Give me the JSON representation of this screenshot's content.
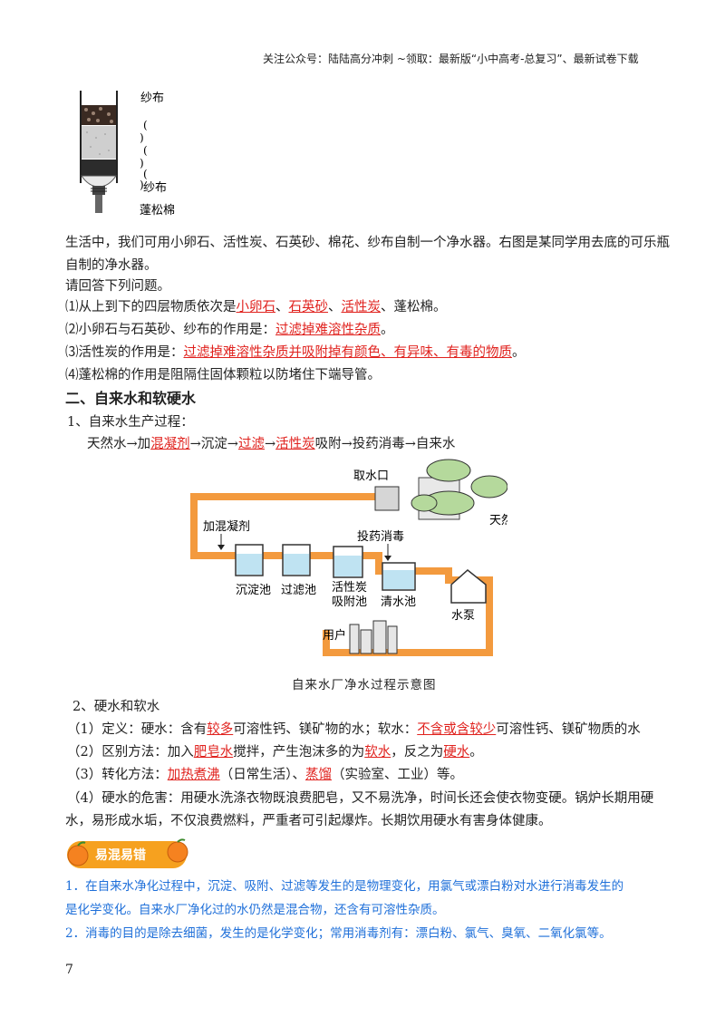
{
  "header": {
    "text": "关注公众号：陆陆高分冲刺  ~领取：最新版“小中高考-总复习”、最新试卷下载"
  },
  "filter": {
    "label_top": "纱布",
    "label_bottom": "纱布",
    "label_cotton": "蓬松棉",
    "paren_marks": [
      "(",
      ")",
      "(",
      ")",
      "(",
      ")"
    ]
  },
  "intro": {
    "line1": "生活中，我们可用小卵石、活性炭、石英砂、棉花、纱布自制一个净水器。右图是某同学用去底的可乐瓶",
    "line2": "自制的净水器。",
    "line3": "请回答下列问题。"
  },
  "q1": {
    "prefix": "⑴从上到下的四层物质依次是",
    "a1": "小卵石",
    "sep1": "、",
    "a2": "石英砂",
    "sep2": "、",
    "a3": "活性炭",
    "suffix": "、蓬松棉。"
  },
  "q2": {
    "prefix": "⑵小卵石与石英砂、纱布的作用是：",
    "a1": "过滤掉难溶性杂质",
    "suffix": "。"
  },
  "q3": {
    "prefix": "⑶活性炭的作用是：",
    "a1": "过滤掉难溶性杂质并吸附掉有颜色、有异味、有毒的物质",
    "suffix": "。"
  },
  "q4": {
    "text": "⑷蓬松棉的作用是阻隔住固体颗粒以防堵住下端导管。"
  },
  "section2": {
    "title": "二、自来水和软硬水"
  },
  "tap": {
    "heading": "1、自来水生产过程：",
    "p1": "天然水→加",
    "a1": "混凝剂",
    "p2": "→沉淀→",
    "a2": "过滤",
    "p3": "→",
    "a3": "活性炭",
    "p4": "吸附→投药消毒→自来水"
  },
  "diagram": {
    "intake": "取水口",
    "natural": "天然水",
    "coagulant": "加混凝剂",
    "disinfect": "投药消毒",
    "sediment": "沉淀池",
    "filter": "过滤池",
    "carbon1": "活性炭",
    "carbon2": "吸附池",
    "clear": "清水池",
    "pump": "水泵",
    "user": "用户",
    "caption": "自来水厂净水过程示意图",
    "pipe_color": "#f39a3e"
  },
  "hard": {
    "heading": "2、硬水和软水",
    "d1": {
      "prefix": "（1）定义：硬水：含有",
      "a1": "较多",
      "mid": "可溶性钙、镁矿物的水；软水：",
      "a2": "不含或含较少",
      "suffix": "可溶性钙、镁矿物质的水"
    },
    "d2": {
      "prefix": "（2）区别方法：加入",
      "a1": "肥皂水",
      "mid1": "搅拌，产生泡沫多的为",
      "a2": "软水",
      "mid2": "，反之为",
      "a3": "硬水",
      "suffix": "。"
    },
    "d3": {
      "prefix": "（3）转化方法：",
      "a1": "加热煮沸",
      "mid1": "（日常生活）、",
      "a2": "蒸馏",
      "suffix": "（实验室、工业）等。"
    },
    "d4_line1": "（4）硬水的危害：用硬水洗涤衣物既浪费肥皂，又不易洗净，时间长还会使衣物变硬。锅炉长期用硬",
    "d4_line2": "水，易形成水垢，不仅浪费燃料，严重者可引起爆炸。长期饮用硬水有害身体健康。"
  },
  "tip": {
    "badge": "易混易错",
    "line1": "1．在自来水净化过程中，沉淀、吸附、过滤等发生的是物理变化，用氯气或漂白粉对水进行消毒发生的",
    "line2": "是化学变化。自来水厂净化过的水仍然是混合物，还含有可溶性杂质。",
    "line3": "2．消毒的目的是除去细菌，发生的是化学变化；常用消毒剂有：漂白粉、氯气、臭氧、二氧化氯等。",
    "badge_color": "#f6a11f",
    "text_color": "#1e6fd9"
  },
  "page_number": "7"
}
